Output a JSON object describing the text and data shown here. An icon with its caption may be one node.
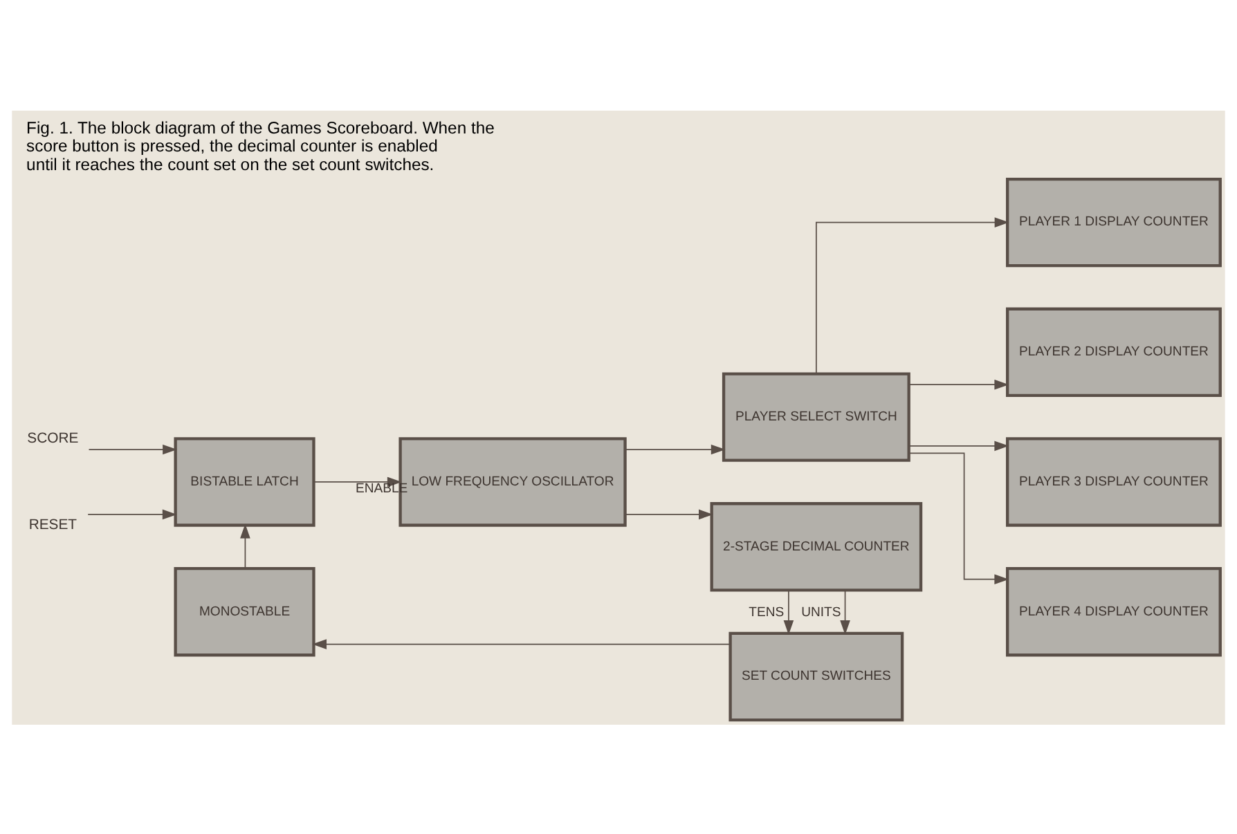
{
  "diagram": {
    "caption": "Fig. 1. The block diagram of the Games Scoreboard. When the score button is pressed, the decimal counter is enabled until it reaches the count set on the set count switches.",
    "nodes": [
      {
        "text": [
          "SCORE"
        ]
      },
      {
        "text": [
          "RESET"
        ]
      },
      {
        "text": [
          "BISTABLE LATCH"
        ]
      },
      {
        "text": [
          "LOW FREQUENCY OSCILLATOR"
        ]
      },
      {
        "text": [
          "PLAYER SELECT SWITCH"
        ]
      },
      {
        "text": [
          "2-STAGE DECIMAL COUNTER"
        ]
      },
      {
        "text": [
          "PLAYER 1 DISPLAY COUNTER"
        ]
      },
      {
        "text": [
          "PLAYER 2 DISPLAY COUNTER"
        ]
      },
      {
        "text": [
          "PLAYER 3 DISPLAY COUNTER"
        ]
      },
      {
        "text": [
          "PLAYER 4 DISPLAY COUNTER"
        ]
      },
      {
        "text": [
          "MONOSTABLE"
        ]
      },
      {
        "text": [
          "SET COUNT SWITCHES"
        ]
      }
    ],
    "edges": [
      {
        "from": 0,
        "to": 2,
        "arrow": "to"
      },
      {
        "from": 1,
        "to": 2,
        "arrow": "to"
      },
      {
        "from": 2,
        "to": 3,
        "arrow": "to",
        "label": "ENABLE"
      },
      {
        "from": 3,
        "to": 4,
        "arrow": "to"
      },
      {
        "from": 3,
        "to": 5,
        "arrow": "to"
      },
      {
        "from": 4,
        "to": 6,
        "arrow": "to"
      },
      {
        "from": 4,
        "to": 7,
        "arrow": "to"
      },
      {
        "from": 4,
        "to": 8,
        "arrow": "to"
      },
      {
        "from": 4,
        "to": 9,
        "arrow": "to"
      },
      {
        "from": 5,
        "to": 11,
        "arrow": "to",
        "label": "TENS"
      },
      {
        "from": 5,
        "to": 11,
        "arrow": "to",
        "label": "UNITS"
      },
      {
        "from": 11,
        "to": 10,
        "arrow": "to"
      },
      {
        "from": 10,
        "to": 2,
        "arrow": "to"
      }
    ]
  }
}
